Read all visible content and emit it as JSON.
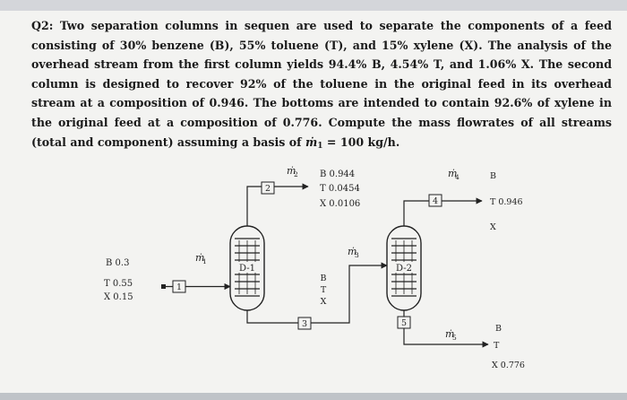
{
  "problem": {
    "lead": "Q2: Two separation columns in sequen",
    "rest": " are used to separate the components of a feed consisting of 30% benzene (B), 55% toluene (T), and 15% xylene (X). The analysis of the overhead stream from the first column yields 94.4% B, 4.54% T, and 1.06% X. The second column is designed to recover 92% of the toluene in the original feed in its overhead stream at a composition of 0.946. The bottoms are intended to contain 92.6% of xylene in the original feed at a composition of 0.776. Compute the mass flowrates of all streams (total and component) assuming a basis of ",
    "basis_symbol": "ṁ",
    "basis_sub": "1",
    "basis_tail": " = 100 kg/h."
  },
  "diagram": {
    "columns": {
      "d1": "D-1",
      "d2": "D-2"
    },
    "stream_numbers": [
      "1",
      "2",
      "3",
      "4",
      "5"
    ],
    "flow_symbols": {
      "m1": {
        "symbol": "ṁ",
        "sub": "1"
      },
      "m2": {
        "symbol": "ṁ",
        "sub": "2"
      },
      "m3": {
        "symbol": "ṁ",
        "sub": "3"
      },
      "m4": {
        "symbol": "ṁ",
        "sub": "4"
      },
      "m5": {
        "symbol": "ṁ",
        "sub": "5"
      }
    },
    "feed": {
      "b": "B 0.3",
      "t": "T 0.55",
      "x": "X 0.15"
    },
    "top1": {
      "b": "B 0.944",
      "t": "T 0.0454",
      "x": "X 0.0106"
    },
    "bottom1": {
      "b": "B",
      "t": "T",
      "x": "X"
    },
    "top2": {
      "b": "B",
      "t": "T 0.946",
      "x": "X"
    },
    "bottom2": {
      "b": "B",
      "t": "T",
      "x": "X 0.776"
    }
  }
}
